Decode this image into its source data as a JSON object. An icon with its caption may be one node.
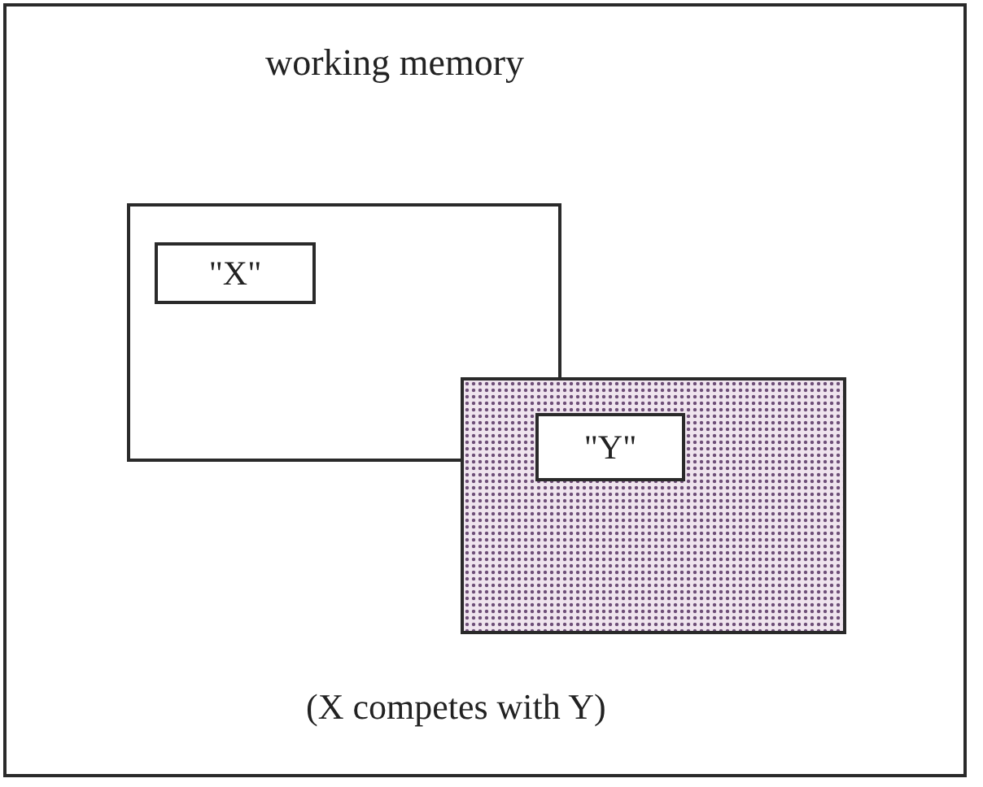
{
  "diagram": {
    "nodes": [
      {
        "text": [
          "working memory",
          "(X competes with Y)"
        ]
      },
      {
        "text": [],
        "shape": "box",
        "in": 0
      },
      {
        "text": [
          "\"X\""
        ],
        "in": 1
      },
      {
        "text": [],
        "shape": "box",
        "in": 0
      },
      {
        "text": [
          "\"Y\""
        ],
        "in": 3
      }
    ],
    "edges": []
  }
}
